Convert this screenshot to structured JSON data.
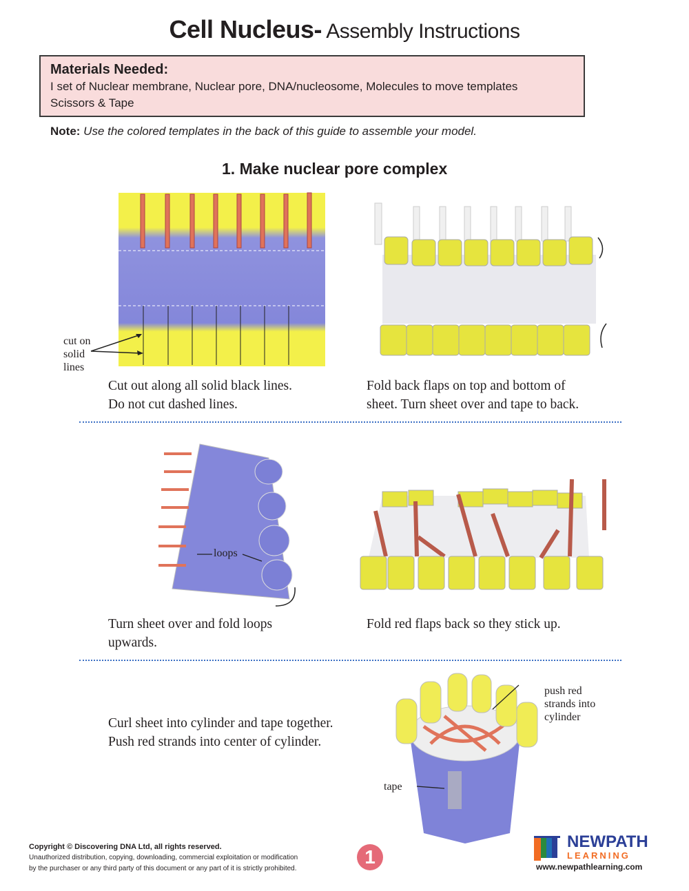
{
  "title": {
    "main": "Cell Nucleus-",
    "sub": " Assembly Instructions"
  },
  "materials": {
    "heading": "Materials Needed:",
    "line1": "I set of Nuclear membrane, Nuclear pore, DNA/nucleosome, Molecules to move templates",
    "line2": "Scissors & Tape"
  },
  "note": {
    "label": "Note:",
    "text": " Use the colored templates in the back of this guide to assemble your model."
  },
  "step": {
    "heading": "1.  Make nuclear pore complex"
  },
  "panels": [
    {
      "caption1": "Cut out along all solid black lines.",
      "caption2": "Do not cut dashed lines.",
      "label": [
        "cut on",
        "solid",
        "lines"
      ]
    },
    {
      "caption1": "Fold back flaps on top and bottom of",
      "caption2": "sheet. Turn sheet over and tape to back."
    },
    {
      "caption1": "Turn sheet over and fold loops",
      "caption2": "upwards.",
      "label": "loops"
    },
    {
      "caption1": "Fold red flaps back so they stick up."
    },
    {
      "caption1": "Curl sheet into cylinder and tape together.",
      "caption2": "Push red strands into center of cylinder.",
      "label_push": [
        "push red",
        "strands into",
        "cylinder"
      ],
      "label_tape": "tape"
    }
  ],
  "footer": {
    "copyright": "Copyright © Discovering DNA Ltd, all rights reserved.",
    "line1": "Unauthorized distribution, copying, downloading, commercial exploitation or modification",
    "line2": "by the purchaser or any third party of this document or any part of it is strictly prohibited.",
    "page": "1",
    "logo_top": "NEWPATH",
    "logo_bottom": "LEARNING",
    "url": "www.newpathlearning.com"
  },
  "colors": {
    "yellow": "#f3f04a",
    "purple": "#7b7fd6",
    "red": "#e0735a",
    "pink_box": "#f9dcdc",
    "badge": "#e56a78"
  }
}
